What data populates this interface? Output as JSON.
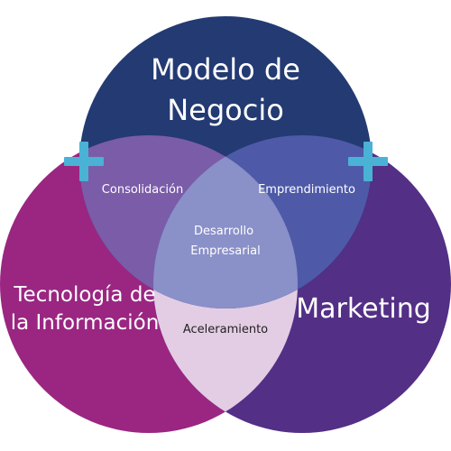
{
  "diagram": {
    "circles": {
      "top": {
        "line1": "Modelo de",
        "line2": "Negocio",
        "color": "#233a73"
      },
      "left": {
        "line1": "Tecnología de",
        "line2": "la Información",
        "color": "#9a2682"
      },
      "right": {
        "line1": "Marketing",
        "color": "#532f86"
      }
    },
    "overlaps": {
      "top_left": "Consolidación",
      "top_right": "Emprendimiento",
      "left_right": "Aceleramiento",
      "center_line1": "Desarrollo",
      "center_line2": "Empresarial"
    },
    "overlap_colors": {
      "top_left": "#7a5ca8",
      "top_right": "#4e5aa8",
      "left_right": "#e3cde4",
      "center": "#8a90c8"
    },
    "plus_color": "#4ab2d5",
    "plus_icons": [
      "plus-icon",
      "plus-icon"
    ]
  }
}
